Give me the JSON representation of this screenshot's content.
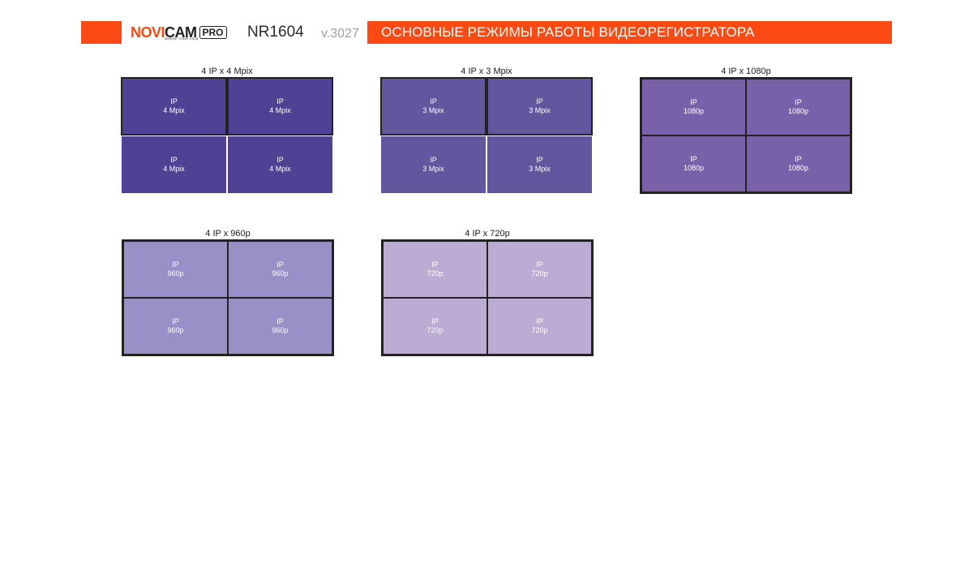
{
  "header": {
    "logo_novi": "NOVI",
    "logo_cam": "CAM",
    "logo_tagline": "WHERE YOUR VIEW",
    "logo_pro": "PRO",
    "model": "NR1604",
    "version": "v.3027",
    "title": "ОСНОВНЫЕ РЕЖИМЫ РАБОТЫ ВИДЕОРЕГИСТРАТОРА",
    "accent_color": "#fc4a15"
  },
  "modes": [
    {
      "title": "4 IP x 4 Mpix",
      "color": "#4f4193",
      "cells": [
        {
          "line1": "IP",
          "line2": "4 Mpix"
        },
        {
          "line1": "IP",
          "line2": "4 Mpix"
        },
        {
          "line1": "IP",
          "line2": "4 Mpix"
        },
        {
          "line1": "IP",
          "line2": "4 Mpix"
        }
      ]
    },
    {
      "title": "4 IP x 3 Mpix",
      "color": "#64559f",
      "cells": [
        {
          "line1": "IP",
          "line2": "3 Mpix"
        },
        {
          "line1": "IP",
          "line2": "3 Mpix"
        },
        {
          "line1": "IP",
          "line2": "3 Mpix"
        },
        {
          "line1": "IP",
          "line2": "3 Mpix"
        }
      ]
    },
    {
      "title": "4 IP x 1080p",
      "color": "#7961a9",
      "cells": [
        {
          "line1": "IP",
          "line2": "1080p"
        },
        {
          "line1": "IP",
          "line2": "1080p"
        },
        {
          "line1": "IP",
          "line2": "1080p"
        },
        {
          "line1": "IP",
          "line2": "1080p"
        }
      ]
    },
    {
      "title": "4 IP x 960p",
      "color": "#9b8fc7",
      "cells": [
        {
          "line1": "IP",
          "line2": "960p"
        },
        {
          "line1": "IP",
          "line2": "960p"
        },
        {
          "line1": "IP",
          "line2": "960p"
        },
        {
          "line1": "IP",
          "line2": "960p"
        }
      ]
    },
    {
      "title": "4 IP x 720p",
      "color": "#bcacd4",
      "cells": [
        {
          "line1": "IP",
          "line2": "720p"
        },
        {
          "line1": "IP",
          "line2": "720p"
        },
        {
          "line1": "IP",
          "line2": "720p"
        },
        {
          "line1": "IP",
          "line2": "720p"
        }
      ]
    }
  ]
}
